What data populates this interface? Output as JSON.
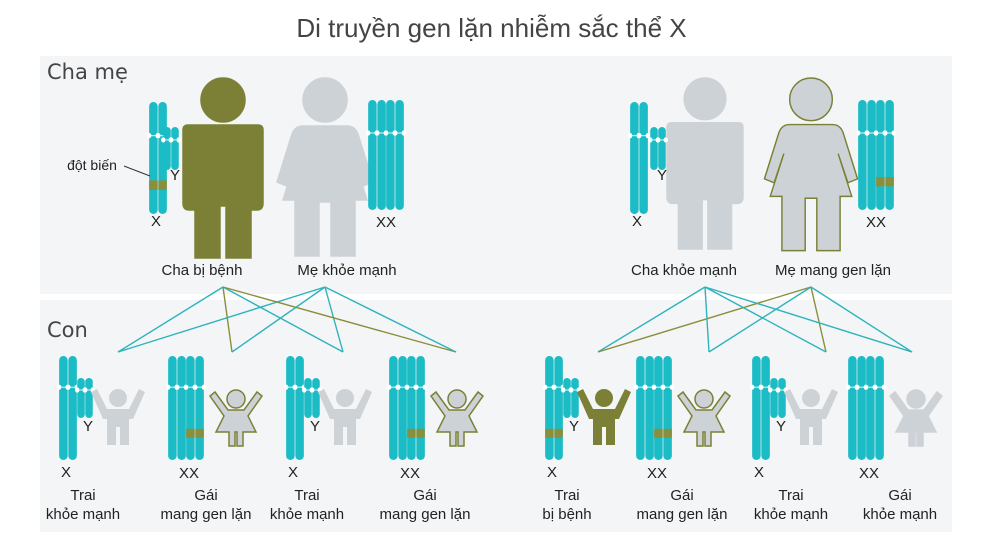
{
  "title": "Di truyền gen lặn nhiễm sắc thể X",
  "sections": {
    "parents": "Cha mẹ",
    "children": "Con"
  },
  "annotation": {
    "mutation": "đột biến"
  },
  "chromosome_labels": {
    "x": "X",
    "y": "Y",
    "xx": "XX"
  },
  "colors": {
    "chromosome": "#1bbcc6",
    "mutation": "#8a8f3b",
    "affected": "#7b8036",
    "unaffected": "#cdd2d6",
    "carrier_fill": "#cdd2d6",
    "carrier_outline": "#7b8036",
    "line_teal": "#2eb3bd",
    "line_olive": "#8a8f3b",
    "text": "#222222",
    "title": "#444444"
  },
  "families": [
    {
      "id": "left",
      "father": {
        "label": "Cha bị bệnh",
        "status": "affected",
        "x_mutated": true
      },
      "mother": {
        "label": "Mẹ khỏe mạnh",
        "status": "healthy",
        "mutated_count": 0
      },
      "children": [
        {
          "line1": "Trai",
          "line2": "khỏe mạnh",
          "sex": "boy",
          "status": "healthy",
          "mutated": false
        },
        {
          "line1": "Gái",
          "line2": "mang gen lặn",
          "sex": "girl",
          "status": "carrier",
          "mutated": true
        },
        {
          "line1": "Trai",
          "line2": "khỏe mạnh",
          "sex": "boy",
          "status": "healthy",
          "mutated": false
        },
        {
          "line1": "Gái",
          "line2": "mang gen lặn",
          "sex": "girl",
          "status": "carrier",
          "mutated": true
        }
      ]
    },
    {
      "id": "right",
      "father": {
        "label": "Cha khỏe mạnh",
        "status": "healthy",
        "x_mutated": false
      },
      "mother": {
        "label": "Mẹ mang gen lặn",
        "status": "carrier",
        "mutated_count": 1
      },
      "children": [
        {
          "line1": "Trai",
          "line2": "bị bệnh",
          "sex": "boy",
          "status": "affected",
          "mutated": true
        },
        {
          "line1": "Gái",
          "line2": "mang gen lặn",
          "sex": "girl",
          "status": "carrier",
          "mutated": true
        },
        {
          "line1": "Trai",
          "line2": "khỏe mạnh",
          "sex": "boy",
          "status": "healthy",
          "mutated": false
        },
        {
          "line1": "Gái",
          "line2": "khỏe mạnh",
          "sex": "girl",
          "status": "healthy",
          "mutated": false
        }
      ]
    }
  ]
}
